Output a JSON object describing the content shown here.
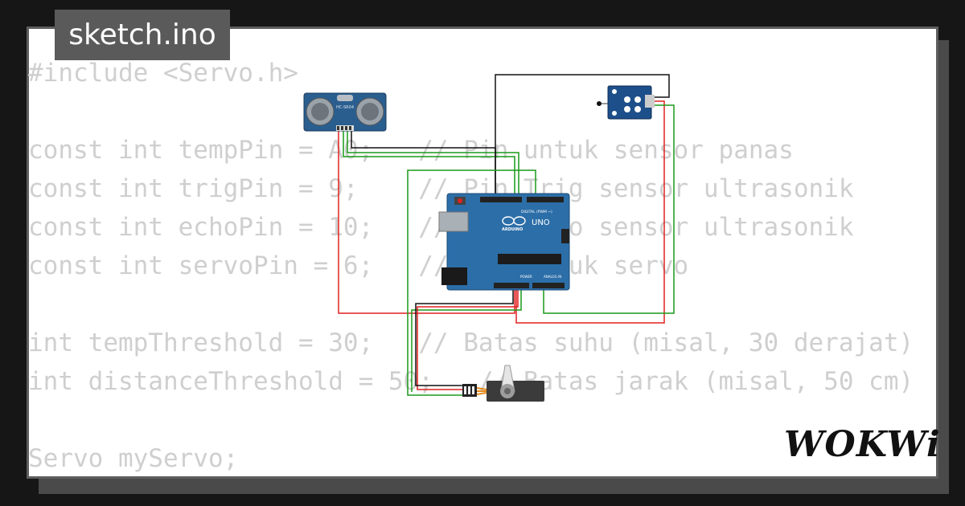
{
  "tab": {
    "filename": "sketch.ino"
  },
  "code": {
    "lines": [
      "#include <Servo.h>",
      "",
      "const int tempPin = A0;   // Pin untuk sensor panas",
      "const int trigPin = 9;    // Pin Trig sensor ultrasonik",
      "const int echoPin = 10;   // Pin Echo sensor ultrasonik",
      "const int servoPin = 6;   // Pin untuk servo",
      "",
      "int tempThreshold = 30;   // Batas suhu (misal, 30 derajat)",
      "int distanceThreshold = 50;   // Batas jarak (misal, 50 cm)",
      "",
      "Servo myServo;"
    ]
  },
  "components": {
    "ultrasonic": {
      "label": "HC-SR04"
    },
    "arduino": {
      "brand": "ARDUINO",
      "model": "UNO",
      "digital_label": "DIGITAL (PWM ~)",
      "power_label": "POWER",
      "analog_label": "ANALOG IN"
    },
    "temp_sensor": {
      "label": ""
    },
    "servo": {
      "label": ""
    }
  },
  "colors": {
    "wire_red": "#e02020",
    "wire_green": "#1a9a1a",
    "wire_black": "#111111",
    "board_blue": "#2c6ea8",
    "sensor_blue": "#1d4f8a"
  },
  "brand": {
    "logo_text": "WOKWi"
  }
}
